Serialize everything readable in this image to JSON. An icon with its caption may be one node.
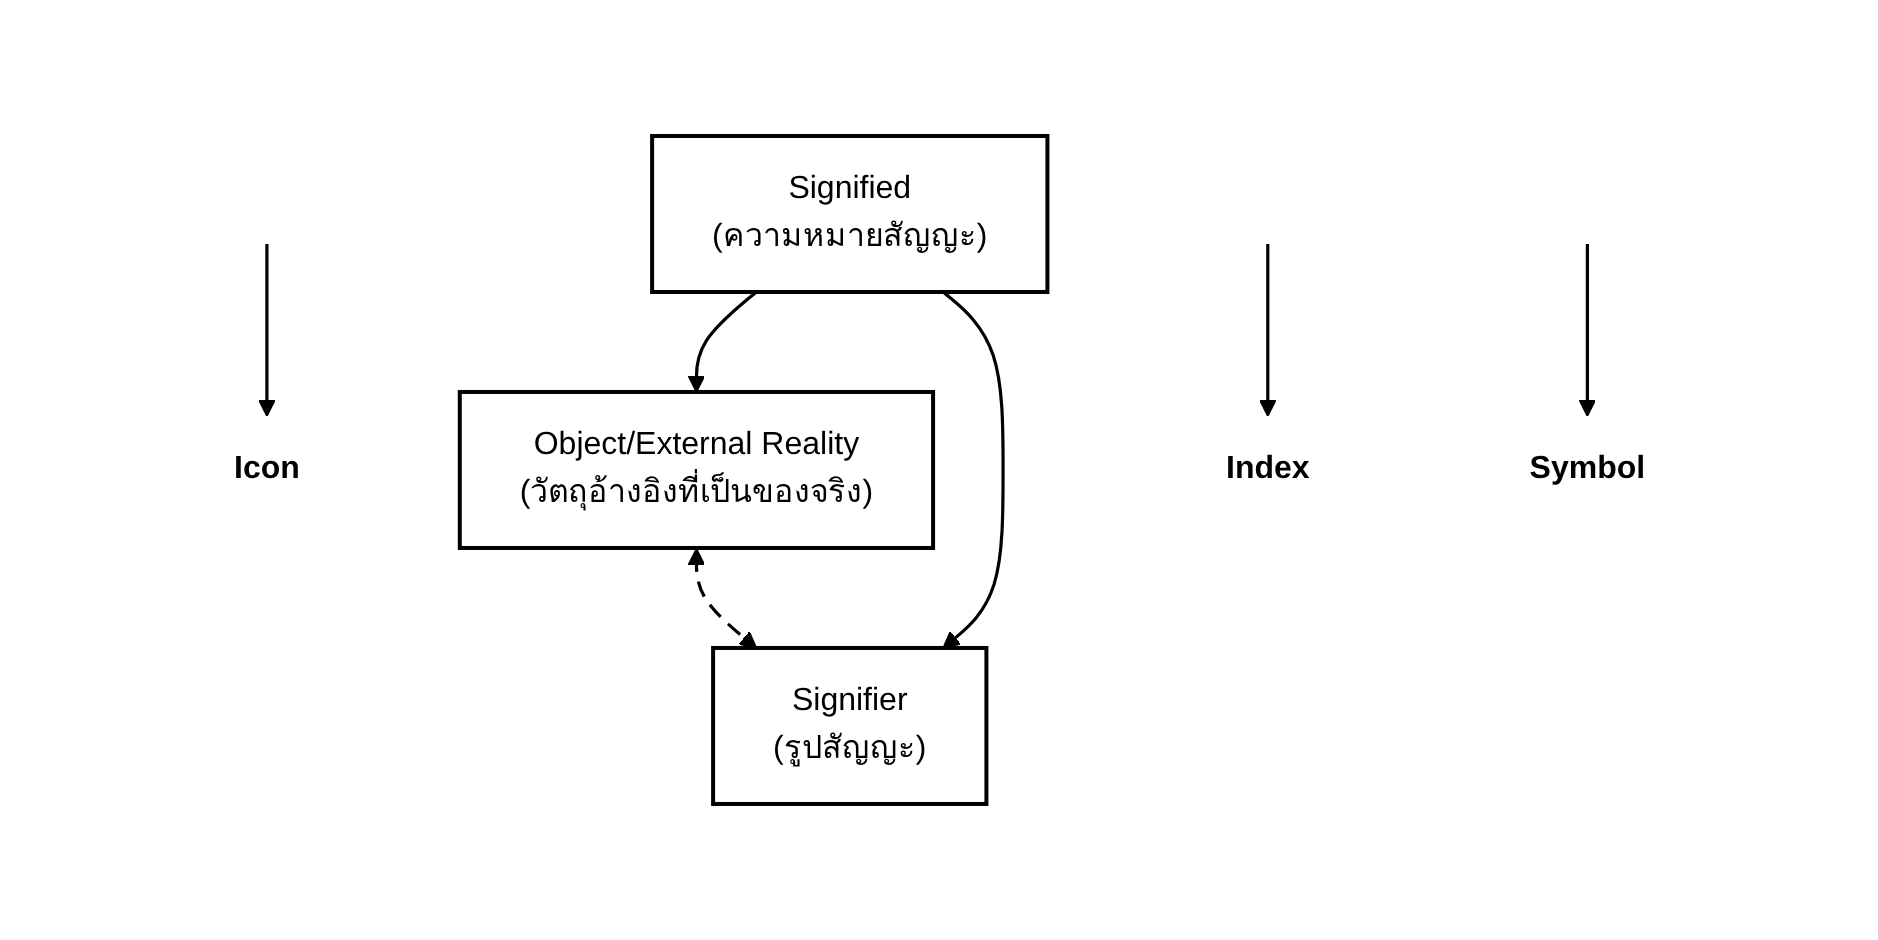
{
  "diagram": {
    "nodes": [
      {
        "text": [
          "Signified",
          "(ความหมายสัญญะ)"
        ]
      },
      {
        "text": [
          "Object/External Reality",
          "(วัตถุอ้างอิงที่เป็นของจริง)"
        ]
      },
      {
        "text": [
          "Signifier",
          "(รูปสัญญะ)"
        ]
      },
      {
        "text": [
          "Icon"
        ]
      },
      {
        "text": [
          "Index"
        ]
      },
      {
        "text": [
          "Symbol"
        ]
      }
    ],
    "edges": [
      {
        "from": 0,
        "to": 1,
        "arrow": "to"
      },
      {
        "from": 0,
        "to": 2,
        "arrow": "to"
      },
      {
        "from": 1,
        "to": 2,
        "arrow": "both",
        "style": "dashed"
      },
      {
        "from": null,
        "to": 3,
        "arrow": "to"
      },
      {
        "from": null,
        "to": 4,
        "arrow": "to"
      },
      {
        "from": null,
        "to": 5,
        "arrow": "to"
      }
    ]
  }
}
